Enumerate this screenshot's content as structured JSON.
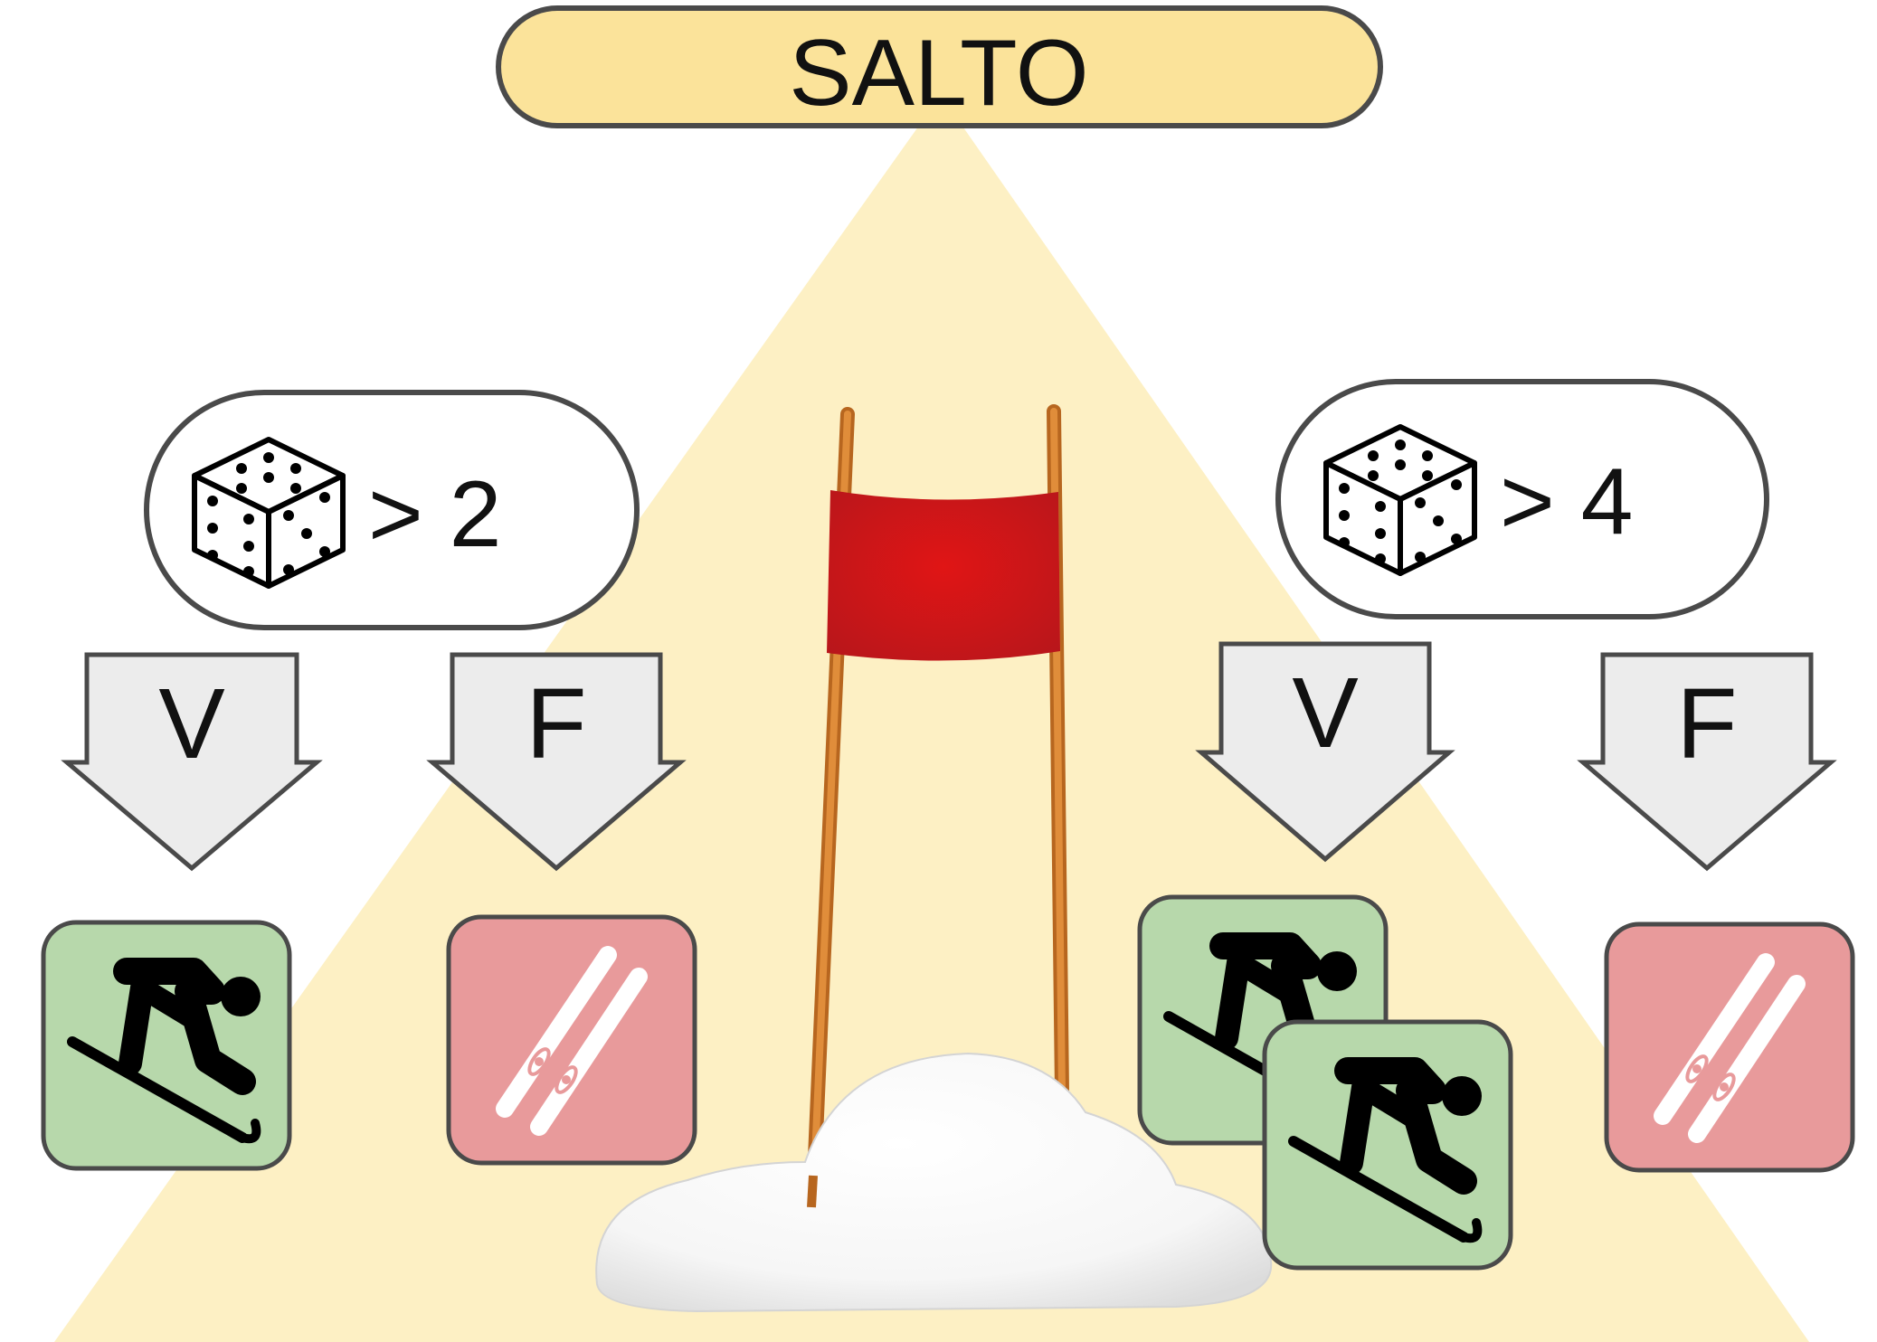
{
  "title": "SALTO",
  "colors": {
    "background_triangle": "#fdf0c4",
    "title_fill": "#fbe39a",
    "outline": "#4a4a4a",
    "arrow_fill": "#ececec",
    "success_tile": "#b7d8ab",
    "failure_tile": "#e89a9b",
    "flag": "#c8181b",
    "pole": "#d6812f",
    "snow": "#f7f7f7"
  },
  "checks": [
    {
      "id": "left",
      "icon": "dice-icon",
      "condition": "> 2",
      "branches": [
        {
          "label": "V",
          "outcome_icons": [
            "skier-icon"
          ]
        },
        {
          "label": "F",
          "outcome_icons": [
            "skis-icon"
          ]
        }
      ]
    },
    {
      "id": "right",
      "icon": "dice-icon",
      "condition": "> 4",
      "branches": [
        {
          "label": "V",
          "outcome_icons": [
            "skier-icon",
            "skier-icon"
          ]
        },
        {
          "label": "F",
          "outcome_icons": [
            "skis-icon"
          ]
        }
      ]
    }
  ],
  "center_icon": "slalom-gate-icon"
}
